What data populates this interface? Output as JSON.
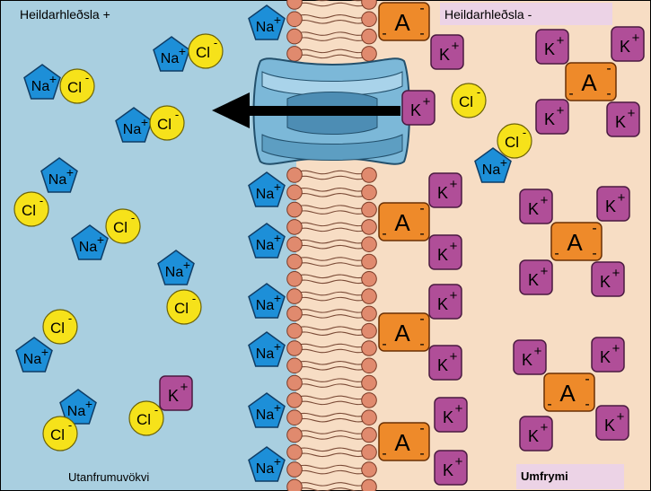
{
  "labels": {
    "outside_charge": "Heildarhleðsla +",
    "inside_charge": "Heildarhleðsla -",
    "outside_region": "Utanfrumuvökvi",
    "inside_region": "Umfrymi"
  },
  "ions": {
    "na": "Na",
    "k": "K",
    "cl": "Cl",
    "a": "A",
    "plus": "+",
    "minus": "-"
  },
  "colors": {
    "extracellular": "#a9cfe0",
    "cytoplasm": "#f7ddc4",
    "label_box": "#ecd3e6",
    "sodium": "#1d8fd8",
    "potassium": "#b04e98",
    "chloride": "#f6e21a",
    "anion": "#ee8a2a",
    "channel": "#7cb8d8",
    "lipid_head": "#e08a6e"
  }
}
